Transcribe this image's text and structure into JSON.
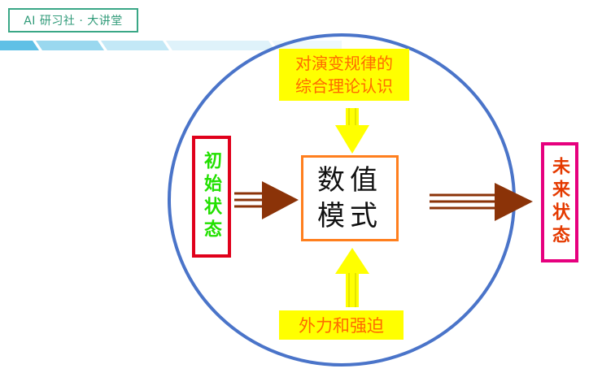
{
  "header": {
    "badge_text": "AI 研习社 · 大讲堂"
  },
  "diagram": {
    "top_label_line1": "对演变规律的",
    "top_label_line2": "综合理论认识",
    "center_line1": "数值",
    "center_line2": "模式",
    "left_label": "初始状态",
    "right_label": "未来状态",
    "bottom_label": "外力和强迫"
  },
  "colors": {
    "circle": "#4a74c9",
    "accent_yellow": "#ffff00",
    "label_orange": "#ff6a00",
    "arrow_brown": "#8b3308",
    "left_border": "#e0001b",
    "right_border": "#e6007e",
    "left_text": "#22e000",
    "right_text": "#e53a00",
    "center_border": "#ff7f1e",
    "badge": "#3aa786"
  }
}
